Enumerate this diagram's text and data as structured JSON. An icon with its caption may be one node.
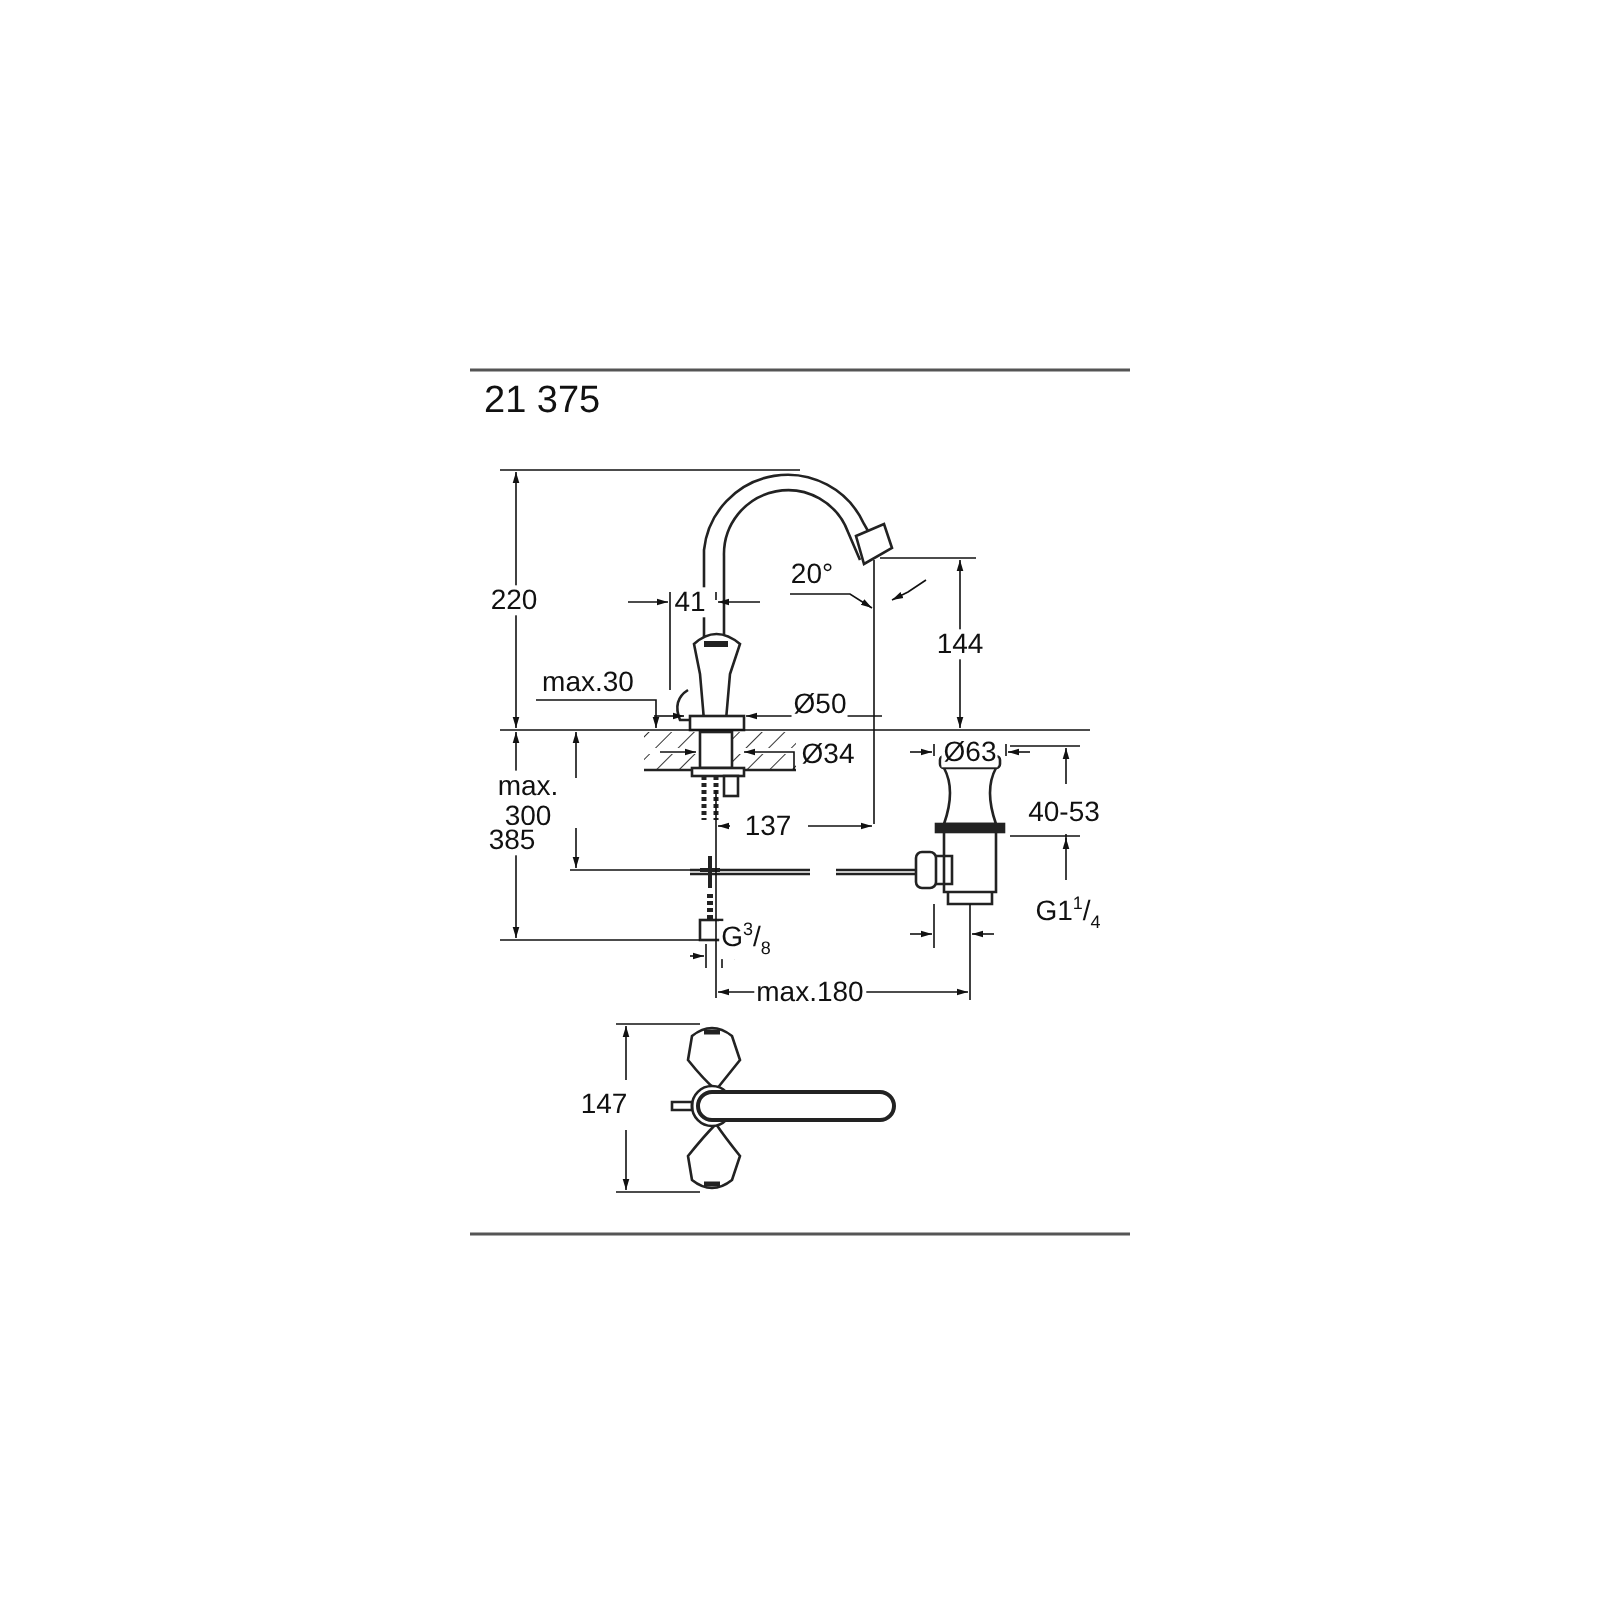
{
  "diagram": {
    "title": "21 375",
    "labels": [
      "220",
      "41",
      "20°",
      "144",
      "max.30",
      "Ø50",
      "Ø34",
      "max. 300",
      "Ø63",
      "385",
      "137",
      "40-53",
      "G1$^{1}$/$_{4}$",
      "G$^{3}$/$_{8}$",
      "max.180",
      "147"
    ]
  }
}
